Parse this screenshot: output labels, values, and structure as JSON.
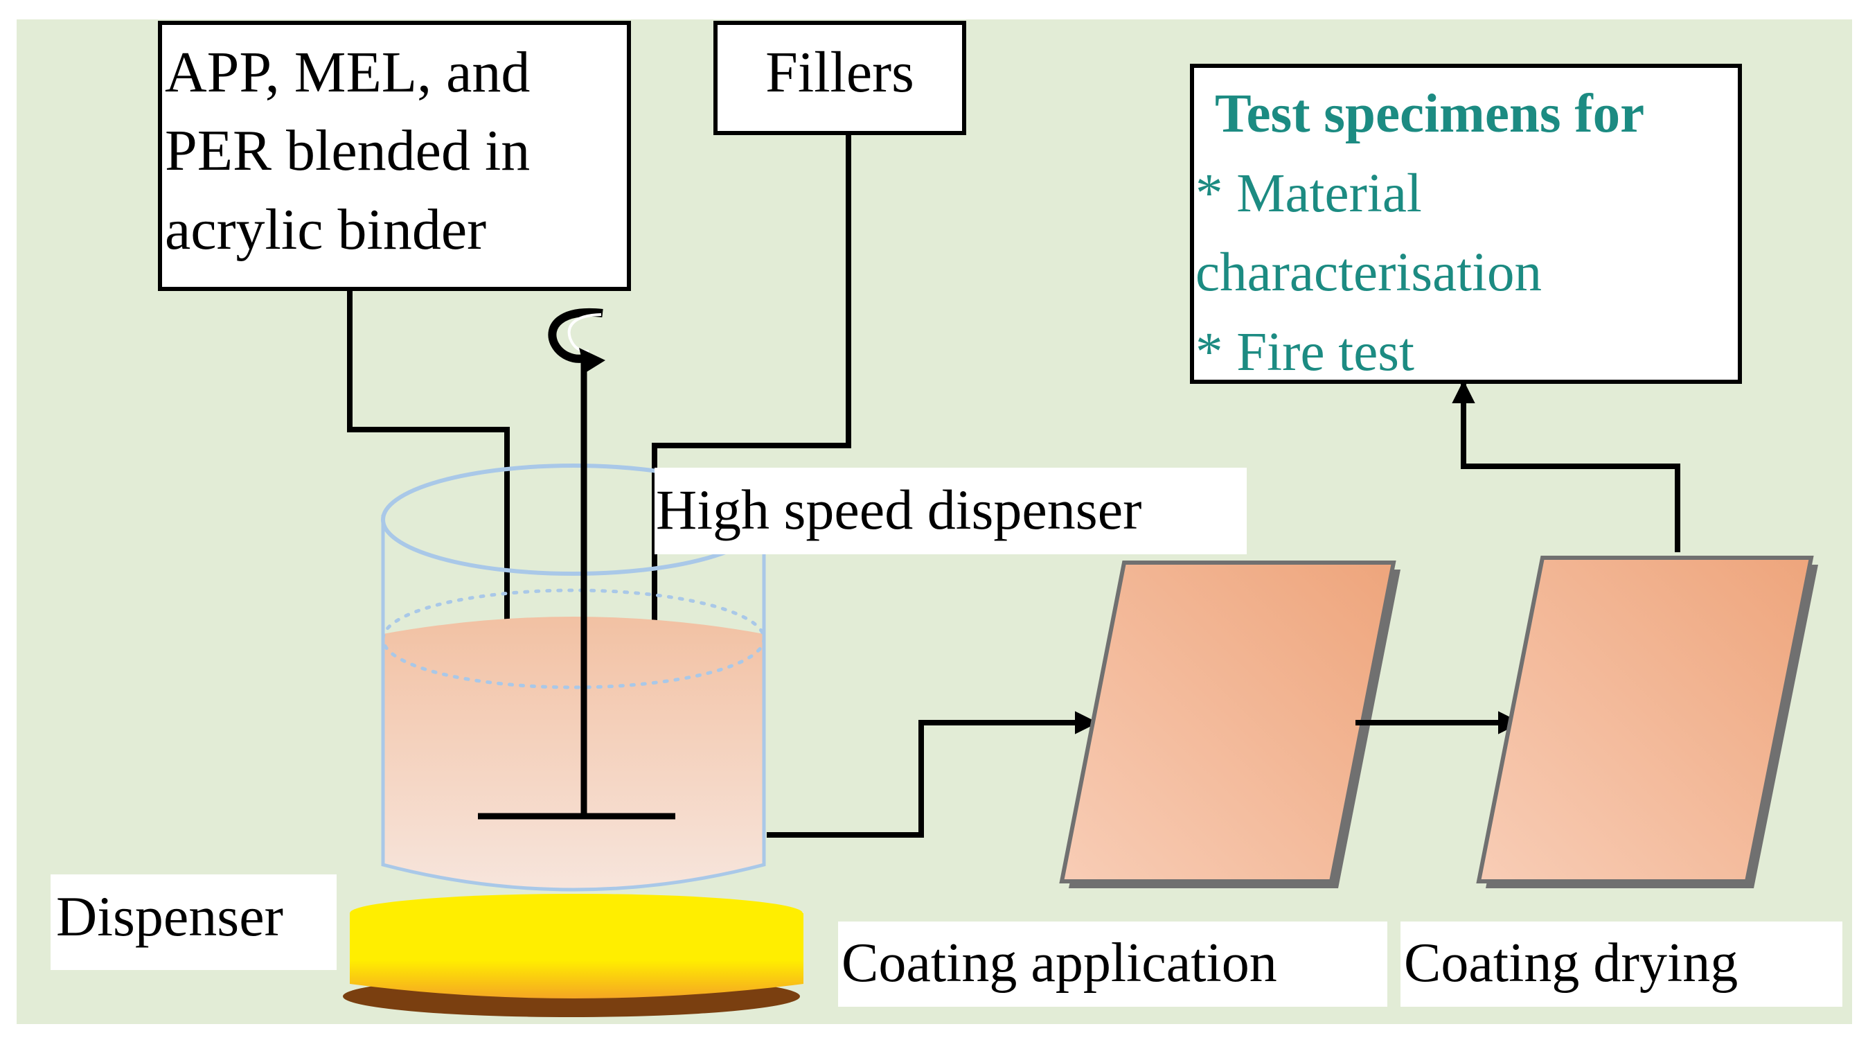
{
  "colors": {
    "background": "#e2ecd6",
    "teal_text": "#1c8b82",
    "liquid_top": "#f2c1a3",
    "liquid_bottom": "#f7e5dc",
    "beaker_outline": "#a9c8e8",
    "stand_yellow": "#ffee00",
    "stand_orange": "#f5a623",
    "stand_shadow": "#7a3f10",
    "panel_fill_dark": "#eea57c",
    "panel_fill_light": "#f8cdb6",
    "panel_outline": "#707070"
  },
  "boxes": {
    "ingredients": {
      "lines": [
        "APP, MEL, and",
        "PER blended in",
        "acrylic binder"
      ]
    },
    "fillers": {
      "text": "Fillers"
    },
    "test_specimens": {
      "title": "Test specimens for",
      "lines": [
        "* Material",
        "characterisation",
        "* Fire test"
      ]
    }
  },
  "labels": {
    "high_speed_dispenser": "High speed dispenser",
    "dispenser": "Dispenser",
    "coating_application": "Coating application",
    "coating_drying": "Coating drying"
  },
  "icons": {
    "mixer_motor": "rotation-arrow-icon"
  }
}
